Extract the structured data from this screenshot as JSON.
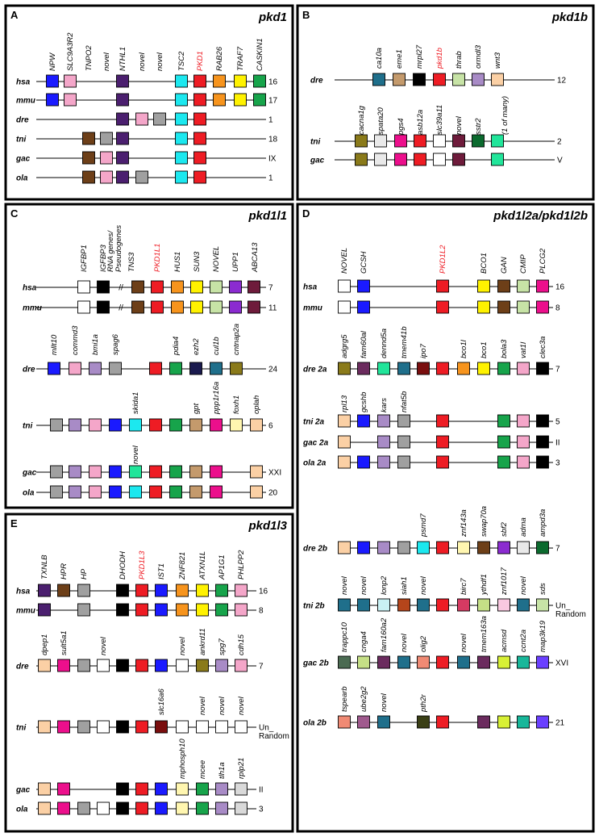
{
  "colors": {
    "red": "#ee1c24",
    "highlight": "#ee1c24",
    "line": "#000000"
  },
  "panels": [
    {
      "letter": "A",
      "title": "pkd1",
      "labels": [
        {
          "t": "NPW"
        },
        {
          "t": "SLC9A3R2"
        },
        {
          "t": "TNPO2"
        },
        {
          "t": "novel"
        },
        {
          "t": "NTHL1"
        },
        {
          "t": "novel"
        },
        {
          "t": "novel"
        },
        {
          "t": "TSC2"
        },
        {
          "t": "PKD1",
          "hl": true
        },
        {
          "t": "RAB26"
        },
        {
          "t": "TRAF7"
        },
        {
          "t": "CASKIN1"
        }
      ],
      "rows": [
        {
          "org": "hsa",
          "chr": "16"
        },
        {
          "org": "mmu",
          "chr": "17"
        },
        {
          "org": "dre",
          "chr": "1"
        },
        {
          "org": "tni",
          "chr": "18"
        },
        {
          "org": "gac",
          "chr": "IX"
        },
        {
          "org": "ola",
          "chr": "1"
        }
      ]
    },
    {
      "letter": "B",
      "title": "pkd1b",
      "labels": [
        {
          "t": "ca10a"
        },
        {
          "t": "eme1"
        },
        {
          "t": "mrpl27"
        },
        {
          "t": "pkd1b",
          "hl": true
        },
        {
          "t": "thrab"
        },
        {
          "t": "ormdl3"
        },
        {
          "t": "wnt3"
        },
        {
          "t": "cacna1g"
        },
        {
          "t": "spata20"
        },
        {
          "t": "pgs4"
        },
        {
          "t": "asb12a"
        },
        {
          "t": "slc39a11"
        },
        {
          "t": "novel"
        },
        {
          "t": "sstr2"
        },
        {
          "t": "(1 of many)"
        }
      ],
      "rows": [
        {
          "org": "dre",
          "chr": "12"
        },
        {
          "org": "tni",
          "chr": "2"
        },
        {
          "org": "gac",
          "chr": "V"
        }
      ]
    },
    {
      "letter": "C",
      "title": "pkd1l1",
      "labels": [
        {
          "t": "IGFBP1"
        },
        {
          "t": "IGFBP3"
        },
        {
          "t": "RNA genes/"
        },
        {
          "t": "Pseudogenes"
        },
        {
          "t": "TNS3"
        },
        {
          "t": "PKD1L1",
          "hl": true
        },
        {
          "t": "HUS1"
        },
        {
          "t": "SUN3"
        },
        {
          "t": "NOVEL"
        },
        {
          "t": "UPP1"
        },
        {
          "t": "ABCA13"
        },
        {
          "t": "mllt10"
        },
        {
          "t": "commd3"
        },
        {
          "t": "bmi1a"
        },
        {
          "t": "spag6"
        },
        {
          "t": "pdia4"
        },
        {
          "t": "ezh2"
        },
        {
          "t": "cul1b"
        },
        {
          "t": "cntnap2a"
        },
        {
          "t": "skida1"
        },
        {
          "t": "gpt"
        },
        {
          "t": "ppp1r16a"
        },
        {
          "t": "foxh1"
        },
        {
          "t": "oplah"
        },
        {
          "t": "novel"
        }
      ],
      "rows": [
        {
          "org": "hsa",
          "chr": "7"
        },
        {
          "org": "mmu",
          "chr": "11"
        },
        {
          "org": "dre",
          "chr": "24"
        },
        {
          "org": "tni",
          "chr": "6"
        },
        {
          "org": "gac",
          "chr": "XXI"
        },
        {
          "org": "ola",
          "chr": "20"
        }
      ]
    },
    {
      "letter": "D",
      "title": "pkd1l2a/pkd1l2b",
      "labels": [
        {
          "t": "NOVEL"
        },
        {
          "t": "GCSH"
        },
        {
          "t": "PKD1L2",
          "hl": true
        },
        {
          "t": "BCO1"
        },
        {
          "t": "GAN"
        },
        {
          "t": "CMIP"
        },
        {
          "t": "PLCG2"
        },
        {
          "t": "adgrg5"
        },
        {
          "t": "fam60al"
        },
        {
          "t": "dennd5a"
        },
        {
          "t": "tmem41b"
        },
        {
          "t": "ipo7"
        },
        {
          "t": "bco1l"
        },
        {
          "t": "bco1"
        },
        {
          "t": "bola3"
        },
        {
          "t": "vat1l"
        },
        {
          "t": "clec3a"
        },
        {
          "t": "rpl13"
        },
        {
          "t": "gcshb"
        },
        {
          "t": "kars"
        },
        {
          "t": "nfat5b"
        },
        {
          "t": "psmd7"
        },
        {
          "t": "znf143a"
        },
        {
          "t": "swap70a"
        },
        {
          "t": "sbf2"
        },
        {
          "t": "adma"
        },
        {
          "t": "ampd3a"
        },
        {
          "t": "novel"
        },
        {
          "t": "novel"
        },
        {
          "t": "lonp2"
        },
        {
          "t": "siah1"
        },
        {
          "t": "novel"
        },
        {
          "t": "birc7"
        },
        {
          "t": "ythdf1"
        },
        {
          "t": "znf1017"
        },
        {
          "t": "novel"
        },
        {
          "t": "sds"
        },
        {
          "t": "trappc10"
        },
        {
          "t": "cnga4"
        },
        {
          "t": "fam160a2"
        },
        {
          "t": "novel"
        },
        {
          "t": "olig2"
        },
        {
          "t": "novel"
        },
        {
          "t": "tmem163a"
        },
        {
          "t": "acmsd"
        },
        {
          "t": "ccnt2a"
        },
        {
          "t": "map3k19"
        },
        {
          "t": "tspearb"
        },
        {
          "t": "ube2g2"
        },
        {
          "t": "novel"
        },
        {
          "t": "pth2r"
        }
      ],
      "rows": [
        {
          "org": "hsa",
          "chr": "16"
        },
        {
          "org": "mmu",
          "chr": "8"
        },
        {
          "org": "dre 2a",
          "chr": "7"
        },
        {
          "org": "tni 2a",
          "chr": "5"
        },
        {
          "org": "gac 2a",
          "chr": "II"
        },
        {
          "org": "ola 2a",
          "chr": "3"
        },
        {
          "org": "dre 2b",
          "chr": "7"
        },
        {
          "org": "tni 2b",
          "chr": "Un_"
        },
        {
          "org": "tni 2b",
          "chr": "Random"
        },
        {
          "org": "gac 2b",
          "chr": "XVI"
        },
        {
          "org": "ola 2b",
          "chr": "21"
        }
      ]
    },
    {
      "letter": "E",
      "title": "pkd1l3",
      "labels": [
        {
          "t": "TXNLB"
        },
        {
          "t": "HPR"
        },
        {
          "t": "HP"
        },
        {
          "t": "DHODH"
        },
        {
          "t": "PKD1L3",
          "hl": true
        },
        {
          "t": "IST1"
        },
        {
          "t": "ZNF821"
        },
        {
          "t": "ATXN1L"
        },
        {
          "t": "AP1G1"
        },
        {
          "t": "PHLPP2"
        },
        {
          "t": "dpep1"
        },
        {
          "t": "sult5a1"
        },
        {
          "t": "novel"
        },
        {
          "t": "novel"
        },
        {
          "t": "ankrd11"
        },
        {
          "t": "spg7"
        },
        {
          "t": "cdh15"
        },
        {
          "t": "slc16a6"
        },
        {
          "t": "novel"
        },
        {
          "t": "novel"
        },
        {
          "t": "novel"
        },
        {
          "t": "mphosph10"
        },
        {
          "t": "mcee"
        },
        {
          "t": "tlh1a"
        },
        {
          "t": "rplp21"
        }
      ],
      "rows": [
        {
          "org": "hsa",
          "chr": "16"
        },
        {
          "org": "mmu",
          "chr": "8"
        },
        {
          "org": "dre",
          "chr": "7"
        },
        {
          "org": "tni",
          "chr": "Un_"
        },
        {
          "org": "tni",
          "chr": "Random"
        },
        {
          "org": "gac",
          "chr": "II"
        },
        {
          "org": "ola",
          "chr": "3"
        }
      ]
    }
  ]
}
